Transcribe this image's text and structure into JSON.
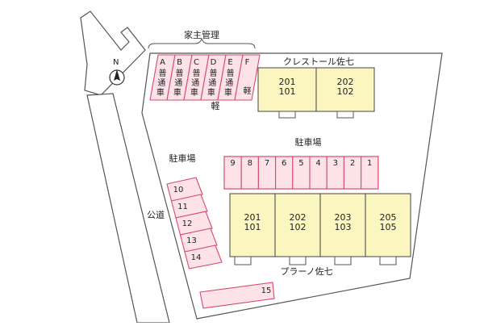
{
  "compass": {
    "label": "N"
  },
  "owner_label": "家主管理",
  "light_label": "軽",
  "top_stalls": [
    {
      "letter": "A",
      "kind": "普通車"
    },
    {
      "letter": "B",
      "kind": "普通車"
    },
    {
      "letter": "C",
      "kind": "普通車"
    },
    {
      "letter": "D",
      "kind": "普通車"
    },
    {
      "letter": "E",
      "kind": "普通車"
    },
    {
      "letter": "F",
      "kind": "軽"
    }
  ],
  "building_north": {
    "name": "クレストール佐七",
    "units": [
      "201\n101",
      "202\n102"
    ]
  },
  "parking_label_right": "駐車場",
  "parking_label_left": "駐車場",
  "row_stalls": [
    "9",
    "8",
    "7",
    "6",
    "5",
    "4",
    "3",
    "2",
    "1"
  ],
  "diag_stalls": [
    "10",
    "11",
    "12",
    "13",
    "14"
  ],
  "public_road_label": "公道",
  "building_south": {
    "name": "プラーノ佐七",
    "units": [
      "201\n101",
      "202\n102",
      "203\n103",
      "205\n105"
    ]
  },
  "stall_15": "15"
}
